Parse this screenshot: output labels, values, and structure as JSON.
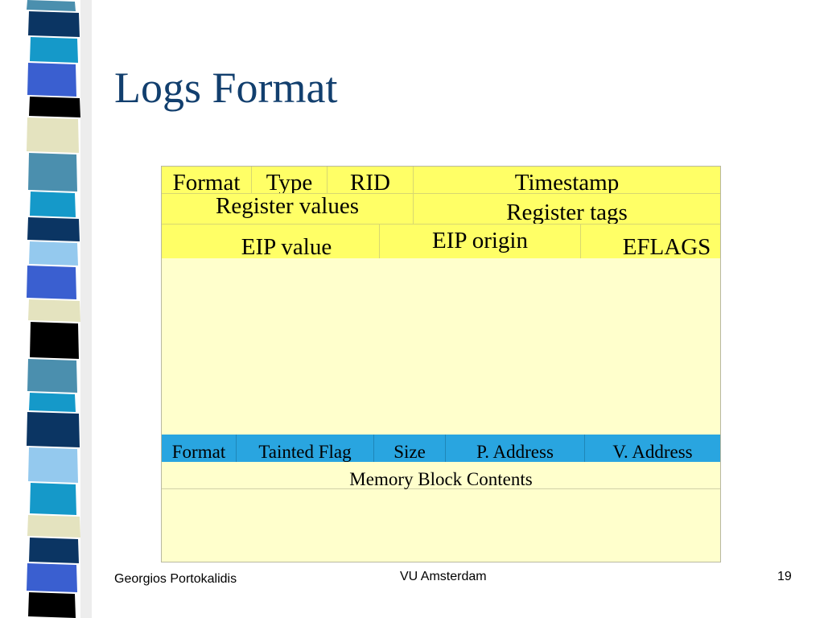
{
  "slide": {
    "title": "Logs Format",
    "colors": {
      "title": "#123f6e",
      "header_fill": "#ffff66",
      "memory_header_fill": "#29a5e0",
      "body_fill": "#ffffcc"
    }
  },
  "register_log": {
    "row1": [
      "Format",
      "Type",
      "RID",
      "Timestamp"
    ],
    "row2": [
      "Register values",
      "Register tags"
    ],
    "row3": [
      "EIP value",
      "EIP origin",
      "EFLAGS"
    ]
  },
  "memory_log": {
    "header": [
      "Format",
      "Tainted Flag",
      "Size",
      "P. Address",
      "V. Address"
    ],
    "contents": "Memory Block Contents"
  },
  "footer": {
    "author": "Georgios Portokalidis",
    "institution": "VU Amsterdam",
    "page_number": "19"
  }
}
